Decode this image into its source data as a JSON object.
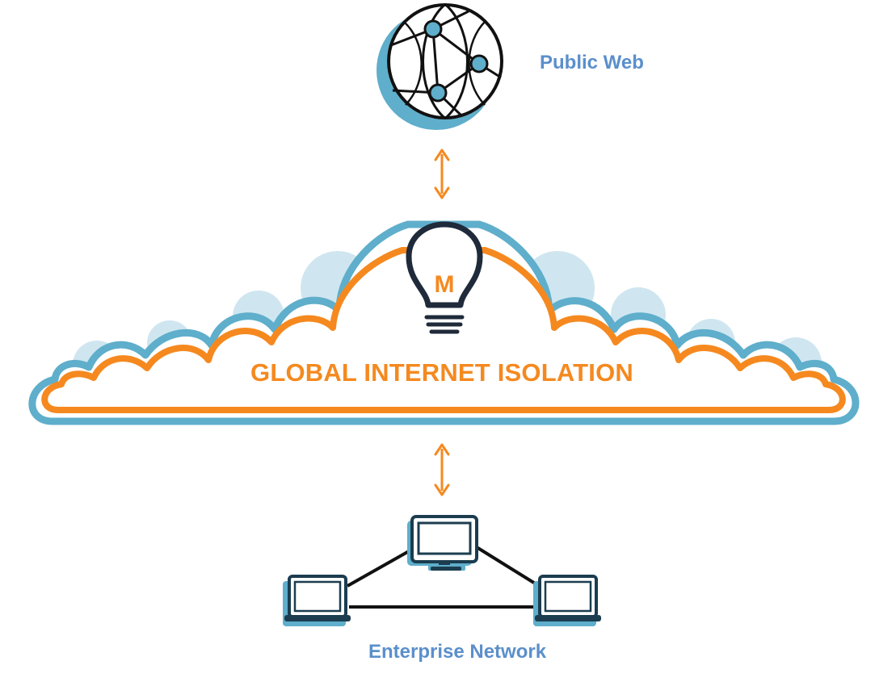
{
  "labels": {
    "public_web": "Public Web",
    "cloud_title": "GLOBAL INTERNET ISOLATION",
    "enterprise_network": "Enterprise Network",
    "bulb_letter": "M"
  },
  "colors": {
    "accent_orange": "#F5891F",
    "accent_blue": "#5FAECB",
    "light_blue": "#CFE6F0",
    "dark_navy": "#1F2A3A",
    "label_blue": "#5B8FCB",
    "device_navy": "#1B3D4F",
    "black": "#111111"
  },
  "icons": {
    "globe": "globe-network-icon",
    "bulb": "lightbulb-icon",
    "monitor": "desktop-monitor-icon",
    "laptop": "laptop-icon"
  }
}
